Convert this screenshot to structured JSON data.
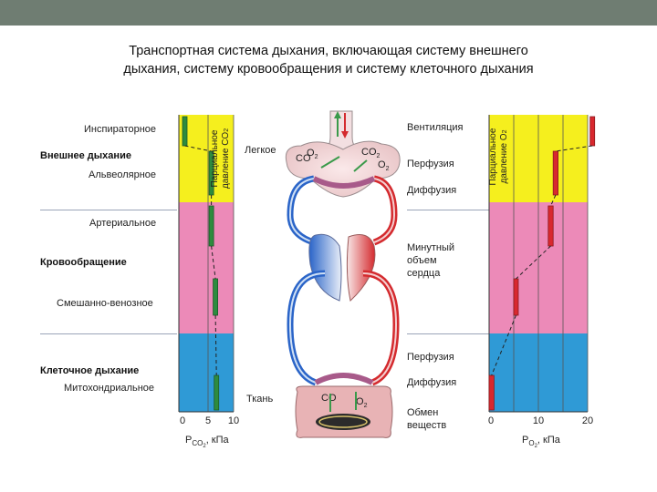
{
  "title": {
    "line1": "Транспортная система дыхания, включающая систему внешнего",
    "line2": "дыхания, систему кровообращения и систему клеточного дыхания"
  },
  "left_labels": {
    "inspiratory": "Инспираторное",
    "external": "Внешнее дыхание",
    "alveolar": "Альвеолярное",
    "arterial": "Артериальное",
    "circulation": "Кровообращение",
    "mixed_venous": "Смешанно-венозное",
    "cellular": "Клеточное дыхание",
    "mitochondrial": "Митохондриальное"
  },
  "left_chart": {
    "rotated_label_1": "Парциальное",
    "rotated_label_2": "давление CO",
    "rotated_sub": "2",
    "ticks": [
      "0",
      "5",
      "10"
    ],
    "axis_p": "P",
    "axis_sub": "CO",
    "axis_sub2": "2",
    "axis_unit": ", кПа"
  },
  "center_labels": {
    "lung": "Легкое",
    "co2_left": "CO",
    "o2_left": "O",
    "co2_right": "CO",
    "o2_right": "O",
    "sub2": "2",
    "tissue": "Ткань",
    "co2_tissue": "CO",
    "o2_tissue": "O"
  },
  "right_labels": {
    "ventilation": "Вентиляция",
    "perfusion_top": "Перфузия",
    "diffusion_top": "Диффузия",
    "minute_1": "Минутный",
    "minute_2": "объем",
    "minute_3": "сердца",
    "perfusion_bottom": "Перфузия",
    "diffusion_bottom": "Диффузия",
    "metabolism_1": "Обмен",
    "metabolism_2": "веществ"
  },
  "right_chart": {
    "rotated_label_1": "Парциальное",
    "rotated_label_2": "давление O",
    "rotated_sub": "2",
    "ticks": [
      "0",
      "10",
      "20"
    ],
    "axis_p": "P",
    "axis_sub": "O",
    "axis_sub2": "2",
    "axis_unit": ", кПа"
  },
  "colors": {
    "yellow": "#f5ef1e",
    "pink": "#ec8ab8",
    "blue": "#2f9ad6",
    "green_bar": "#2e8b3e",
    "red_bar": "#d8282e",
    "artery": "#d42a2e",
    "vein": "#2a64c8",
    "topbar": "#6f7d72"
  },
  "chart_data": {
    "type": "range-bar",
    "left_pco2_kpa": [
      {
        "stage": "Инспираторное",
        "low": 0,
        "high": 0.5
      },
      {
        "stage": "Альвеолярное",
        "low": 5.2,
        "high": 5.6
      },
      {
        "stage": "Артериальное",
        "low": 5.2,
        "high": 5.6
      },
      {
        "stage": "Смешанно-венозное",
        "low": 6.0,
        "high": 6.4
      },
      {
        "stage": "Митохондриальное",
        "low": 6.2,
        "high": 6.8
      }
    ],
    "right_po2_kpa": [
      {
        "stage": "Инспираторное",
        "low": 20.5,
        "high": 21.2
      },
      {
        "stage": "Альвеолярное",
        "low": 13.0,
        "high": 14.0
      },
      {
        "stage": "Артериальное",
        "low": 12.0,
        "high": 13.0
      },
      {
        "stage": "Смешанно-венозное",
        "low": 5.0,
        "high": 5.6
      },
      {
        "stage": "Митохондриальное",
        "low": 0,
        "high": 1
      }
    ],
    "left_xlim": [
      0,
      10
    ],
    "right_xlim": [
      0,
      20
    ]
  }
}
